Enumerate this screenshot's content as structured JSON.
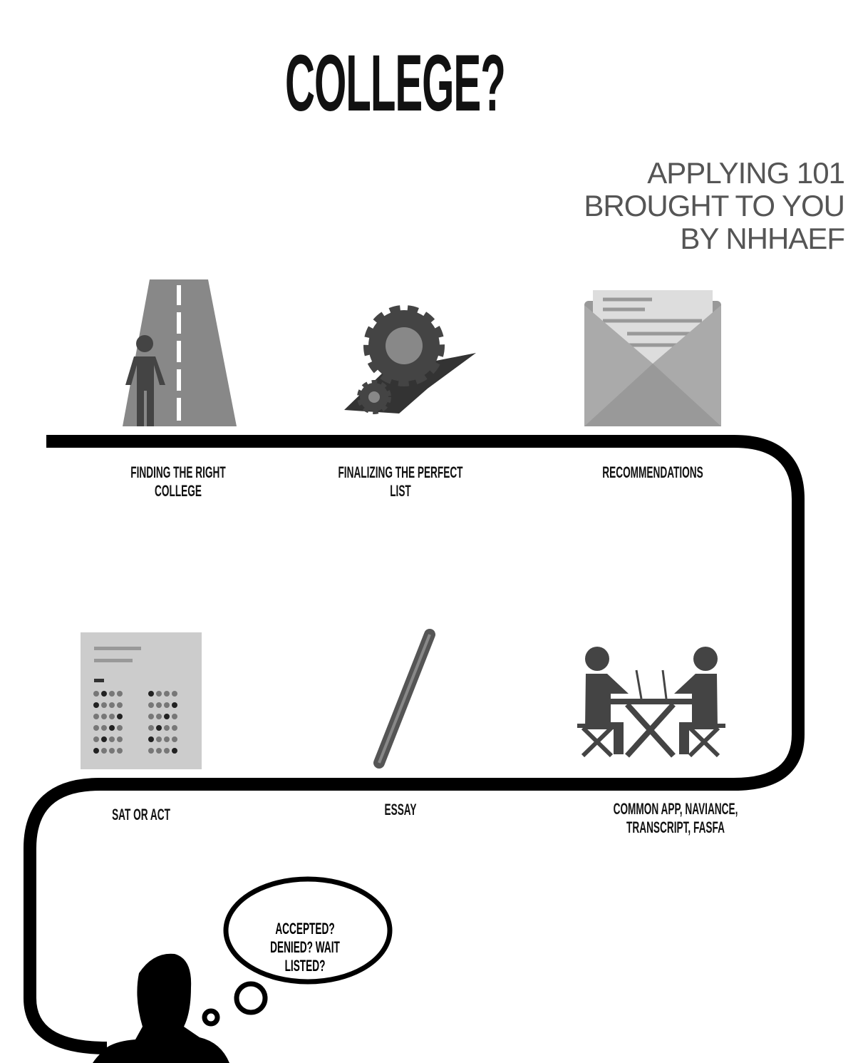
{
  "title": "COLLEGE?",
  "subtitle": [
    "APPLYING 101",
    "BROUGHT TO  YOU",
    "BY NHHAEF"
  ],
  "steps": [
    {
      "label": "FINDING THE RIGHT COLLEGE",
      "icon": "road-person-icon"
    },
    {
      "label": "FINALIZING THE PERFECT LIST",
      "icon": "gears-icon"
    },
    {
      "label": "RECOMMENDATIONS",
      "icon": "envelope-letter-icon"
    },
    {
      "label": "SAT OR ACT",
      "icon": "answer-sheet-icon"
    },
    {
      "label": "ESSAY",
      "icon": "pencil-icon"
    },
    {
      "label": "COMMON APP, NAVIANCE, TRANSCRIPT, FASFA",
      "icon": "people-at-table-icon"
    }
  ],
  "thought": "ACCEPTED? DENIED? WAIT LISTED?"
}
